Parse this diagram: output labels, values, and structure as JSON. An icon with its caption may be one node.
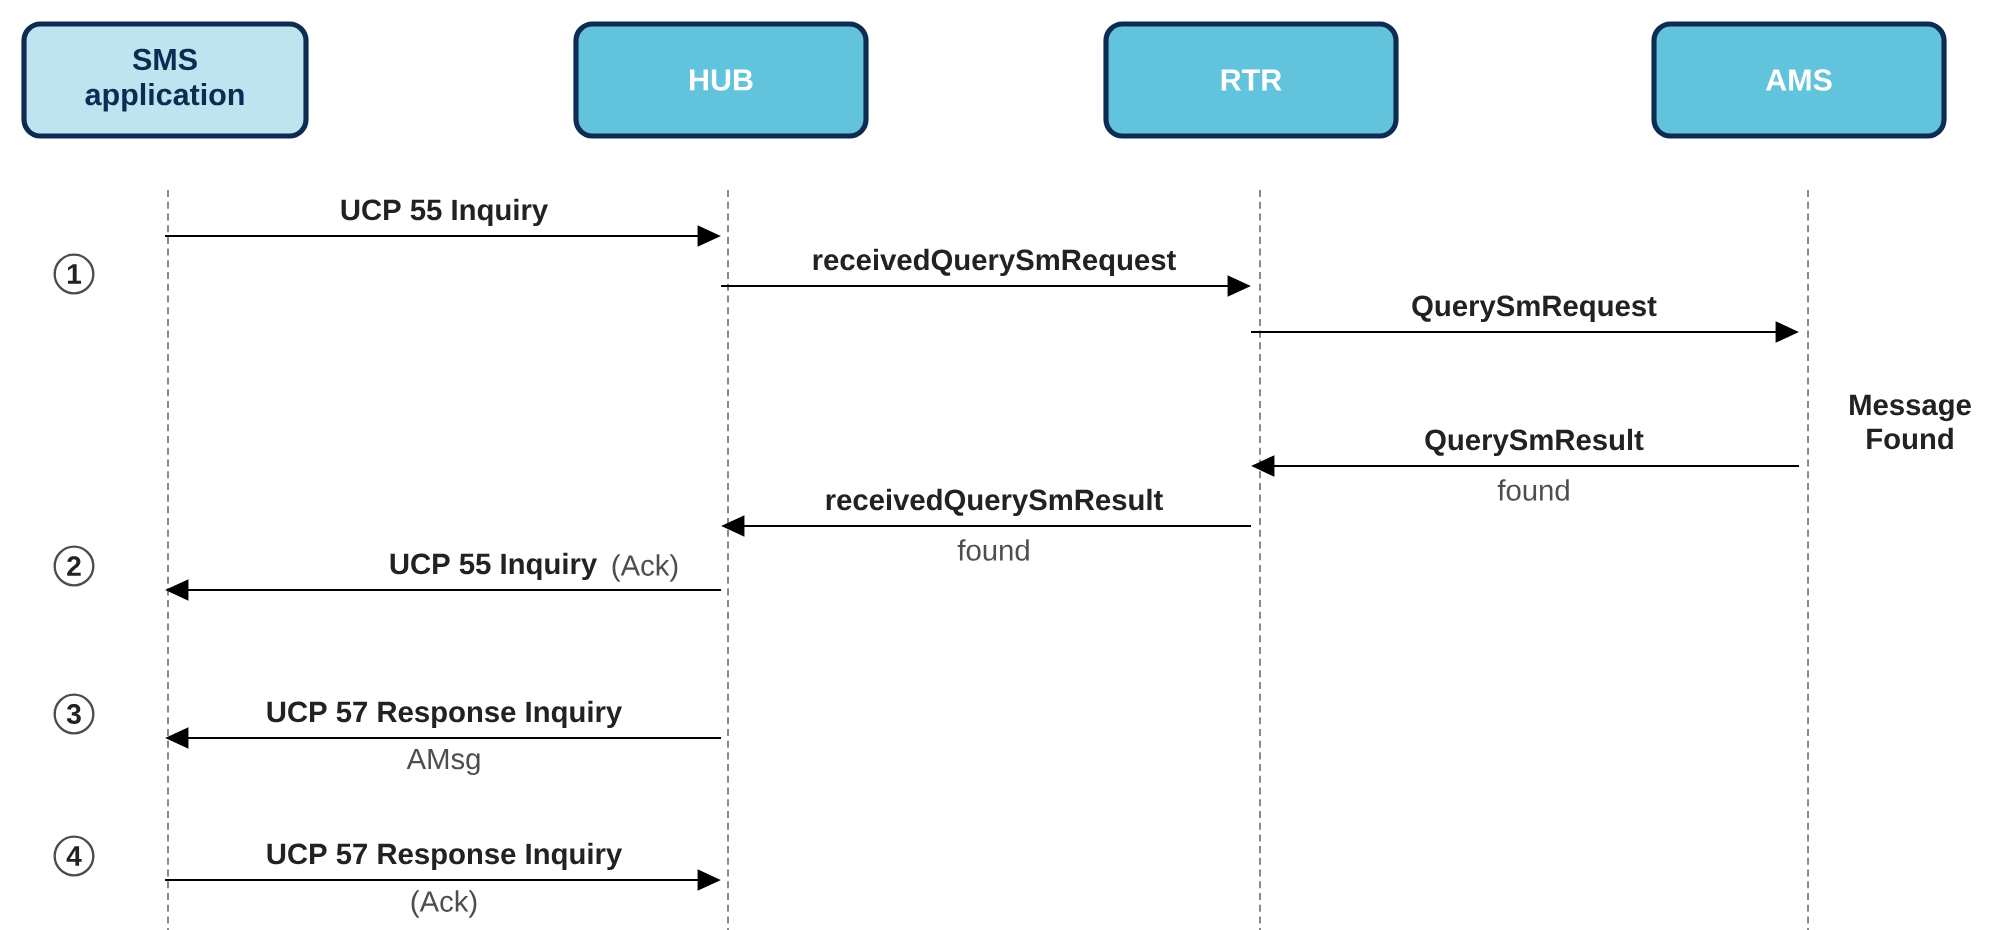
{
  "diagram": {
    "nodes": [
      {
        "text": [
          "SMS application"
        ]
      },
      {
        "text": [
          "HUB"
        ]
      },
      {
        "text": [
          "RTR"
        ]
      },
      {
        "text": [
          "AMS"
        ]
      }
    ],
    "edges": [
      {
        "from": 0,
        "to": 1,
        "arrow": "to",
        "label": "UCP 55 Inquiry"
      },
      {
        "from": 1,
        "to": 2,
        "arrow": "to",
        "label": "receivedQuerySmRequest"
      },
      {
        "from": 2,
        "to": 3,
        "arrow": "to",
        "label": "QuerySmRequest"
      },
      {
        "from": 3,
        "to": 2,
        "arrow": "to",
        "label": "QuerySmResult"
      },
      {
        "from": 2,
        "to": 1,
        "arrow": "to",
        "label": "receivedQuerySmResult"
      },
      {
        "from": 1,
        "to": 0,
        "arrow": "to",
        "label": "UCP 55 Inquiry"
      },
      {
        "from": 1,
        "to": 0,
        "arrow": "to",
        "label": "UCP 57 Response Inquiry"
      },
      {
        "from": 0,
        "to": 1,
        "arrow": "to",
        "label": "UCP 57 Response Inquiry"
      }
    ],
    "labels": [
      "1",
      "Message Found",
      "found",
      "found",
      "2",
      "(Ack)",
      "3",
      "AMsg",
      "4",
      "(Ack)"
    ]
  }
}
